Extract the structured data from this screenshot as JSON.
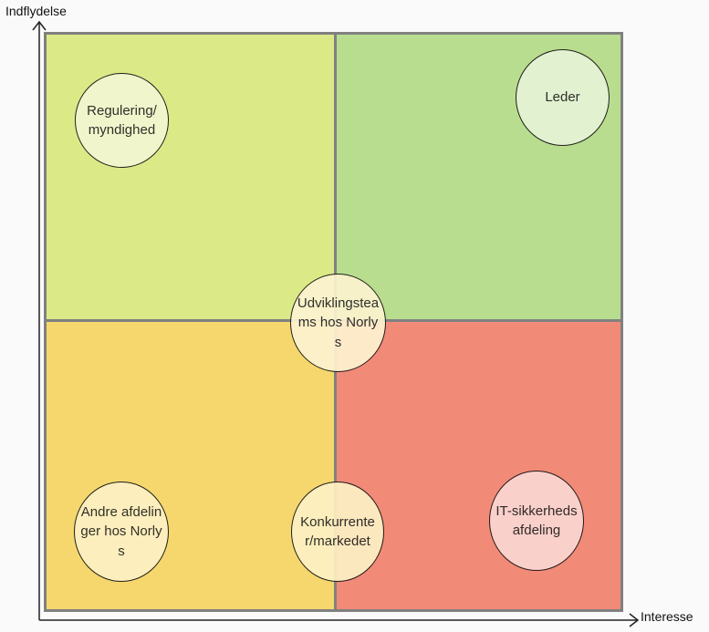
{
  "axes": {
    "y_label": "Indflydelse",
    "x_label": "Interesse"
  },
  "quadrants": {
    "top_left": {
      "color": "#dce987"
    },
    "top_right": {
      "color": "#b8dd8f"
    },
    "bottom_left": {
      "color": "#f5d76e"
    },
    "bottom_right": {
      "color": "#f28a78"
    }
  },
  "stakeholders": [
    {
      "label": "Regulering/myndighed",
      "color": "#f3f7d2"
    },
    {
      "label": "Leder",
      "color": "#e6f3d6"
    },
    {
      "label": "Udviklingsteams hos Norlys",
      "color": "#fdf3d0"
    },
    {
      "label": "Andre afdelinger hos Norlys",
      "color": "#fdf0c4"
    },
    {
      "label": "Konkurrenter/markedet",
      "color": "#fdf0c4"
    },
    {
      "label": "IT-sikkerhedsafdeling",
      "color": "#fbd7d1"
    }
  ]
}
